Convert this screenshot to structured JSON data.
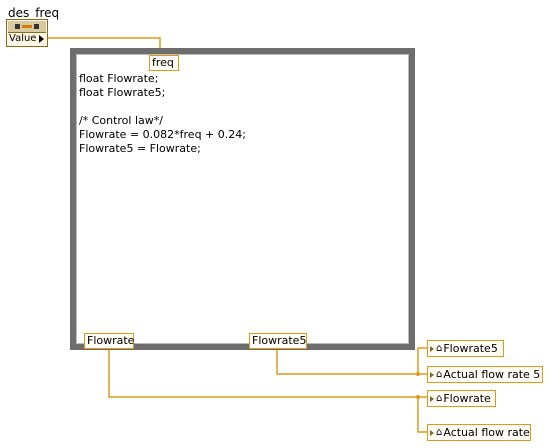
{
  "control": {
    "caption": "des_freq",
    "value_label": "Value"
  },
  "formula_node": {
    "code": "float Flowrate;\nfloat Flowrate5;\n\n/* Control law*/\nFlowrate = 0.082*freq + 0.24;\nFlowrate5 = Flowrate;",
    "input_tunnel": "freq",
    "output_tunnels": [
      "Flowrate",
      "Flowrate5"
    ]
  },
  "indicators": [
    {
      "label": "Flowrate5"
    },
    {
      "label": "Actual flow rate 5"
    },
    {
      "label": "Flowrate"
    },
    {
      "label": "Actual flow rate"
    }
  ],
  "icons": {
    "indicator_icon": "house-icon",
    "terminal_icon": "arrow-right-icon"
  },
  "colors": {
    "wire": "#e09a1a",
    "frame": "#6e6e6e",
    "node_border": "#8a6a1c"
  }
}
